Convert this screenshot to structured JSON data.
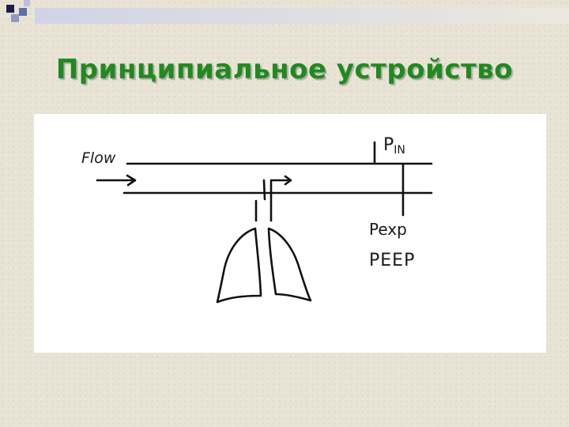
{
  "slide": {
    "title": "Принципиальное устройство"
  },
  "diagram": {
    "labels": {
      "flow": "Flow",
      "p_in_main": "P",
      "p_in_sub": "IN",
      "p_exp": "Pexp",
      "peep": "PEEP"
    }
  },
  "colors": {
    "title": "#1f8a1f",
    "background": "#e9e3d6",
    "deco_dark": "#1c1c4a",
    "deco_blue": "#5d6fa8"
  }
}
